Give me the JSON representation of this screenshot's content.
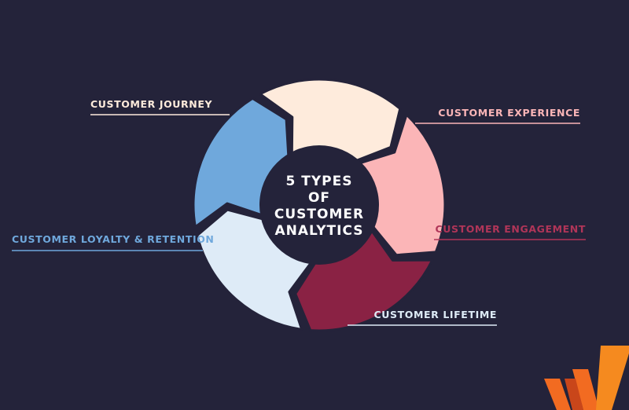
{
  "background_color": "#24233a",
  "center": {
    "lines": [
      "5 TYPES",
      "OF",
      "CUSTOMER",
      "ANALYTICS"
    ],
    "color": "#24233a",
    "text_color": "#ffffff"
  },
  "segments": [
    {
      "label": "CUSTOMER JOURNEY",
      "color": "#feebdc",
      "label_color": "#feebdc"
    },
    {
      "label": "CUSTOMER EXPERIENCE",
      "color": "#fbb5b7",
      "label_color": "#fbb5b7"
    },
    {
      "label": "CUSTOMER ENGAGEMENT",
      "color": "#8a2244",
      "label_color": "#b03558"
    },
    {
      "label": "CUSTOMER LIFETIME",
      "color": "#deebf7",
      "label_color": "#deebf7"
    },
    {
      "label": "CUSTOMER LOYALTY & RETENTION",
      "color": "#6fa8dc",
      "label_color": "#6fa8dc"
    }
  ],
  "logo": {
    "icon": "w-logo-icon",
    "colors": [
      "#f26b21",
      "#f58a1f",
      "#c9461a"
    ]
  }
}
